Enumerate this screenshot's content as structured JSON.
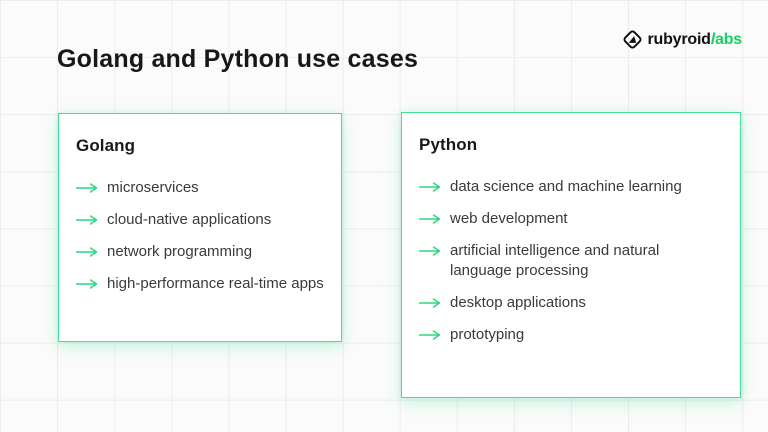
{
  "header": {
    "title": "Golang and Python use cases"
  },
  "logo": {
    "name_black": "rubyroid",
    "name_green": "labs",
    "icon": "rubyroidlabs-gem-icon"
  },
  "colors": {
    "accent_green": "#2BD97F",
    "border_green": "#3FE195",
    "logo_green": "#16D164",
    "text_dark": "#171717",
    "text_body": "#3A3A3A",
    "background": "#FBFBFB",
    "grid_line": "#ECECEC"
  },
  "cards": [
    {
      "id": "golang",
      "title": "Golang",
      "items": [
        "microservices",
        "cloud-native applications",
        "network programming",
        "high-performance real-time apps"
      ]
    },
    {
      "id": "python",
      "title": "Python",
      "items": [
        "data science and machine learning",
        "web development",
        "artificial intelligence and natural language processing",
        "desktop applications",
        "prototyping"
      ]
    }
  ]
}
